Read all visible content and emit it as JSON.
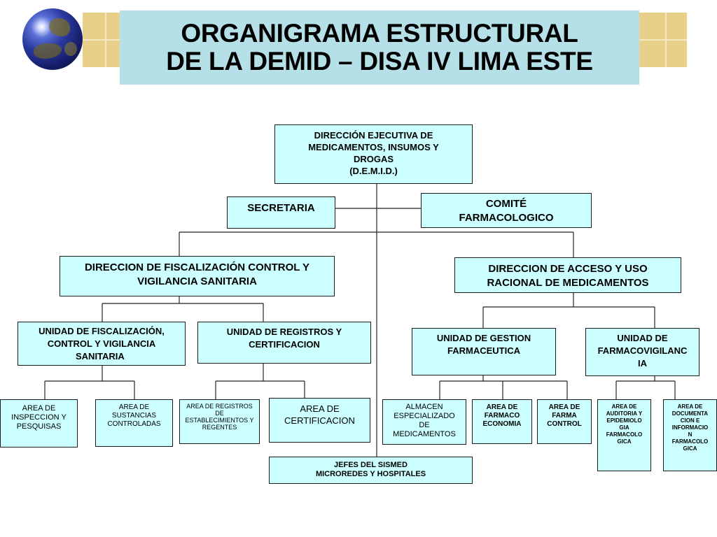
{
  "title": {
    "line1": "ORGANIGRAMA ESTRUCTURAL",
    "line2": "DE LA DEMID – DISA IV LIMA ESTE"
  },
  "nodes": {
    "demid": [
      "DIRECCIÓN EJECUTIVA DE",
      "MEDICAMENTOS, INSUMOS Y",
      "DROGAS",
      "(D.E.M.I.D.)"
    ],
    "secretaria": [
      "SECRETARIA"
    ],
    "comite": [
      "COMITÉ",
      "FARMACOLOGICO"
    ],
    "dir_fiscalizacion": [
      "DIRECCION DE FISCALIZACIÓN  CONTROL Y",
      "VIGILANCIA SANITARIA"
    ],
    "dir_acceso": [
      "DIRECCION DE ACCESO Y USO",
      "RACIONAL DE MEDICAMENTOS"
    ],
    "unidad_fiscalizacion": [
      "UNIDAD DE FISCALIZACIÓN,",
      "CONTROL Y VIGILANCIA",
      "SANITARIA"
    ],
    "unidad_registros": [
      "UNIDAD DE REGISTROS Y",
      "CERTIFICACION"
    ],
    "unidad_gestion": [
      "UNIDAD DE GESTION",
      "FARMACEUTICA"
    ],
    "unidad_farmacovigilancia": [
      "UNIDAD DE",
      "FARMACOVIGILANC",
      "IA"
    ],
    "area_inspeccion": [
      "AREA DE",
      "INSPECCION Y",
      "PESQUISAS"
    ],
    "area_sustancias": [
      "AREA DE",
      "SUSTANCIAS",
      "CONTROLADAS"
    ],
    "area_registros": [
      "AREA DE REGISTROS",
      "DE",
      "ESTABLECIMIENTOS Y",
      "REGENTES"
    ],
    "area_certificacion": [
      "AREA DE",
      "CERTIFICACION"
    ],
    "almacen": [
      "ALMACEN",
      "ESPECIALIZADO",
      "DE",
      "MEDICAMENTOS"
    ],
    "area_farmacoeconomia": [
      "AREA DE",
      "FARMACO",
      "ECONOMIA"
    ],
    "area_farmacontrol": [
      "AREA DE",
      "FARMA",
      "CONTROL"
    ],
    "area_auditoria": [
      "AREA  DE",
      "AUDITORIA Y",
      "EPIDEMIOLO",
      "GIA",
      "FARMACOLO",
      "GICA"
    ],
    "area_documentacion": [
      "AREA DE",
      "DOCUMENTA",
      "CION E",
      "INFORMACIO",
      "N",
      "FARMACOLO",
      "GICA"
    ],
    "jefes_sismed": [
      "JEFES DEL SISMED",
      "MICROREDES Y HOSPITALES"
    ]
  },
  "colors": {
    "title_bg": "#b5e0e8",
    "node_bg": "#ccffff",
    "deco_tan": "#e8d08a"
  },
  "icons": {
    "globe": "globe-icon"
  }
}
